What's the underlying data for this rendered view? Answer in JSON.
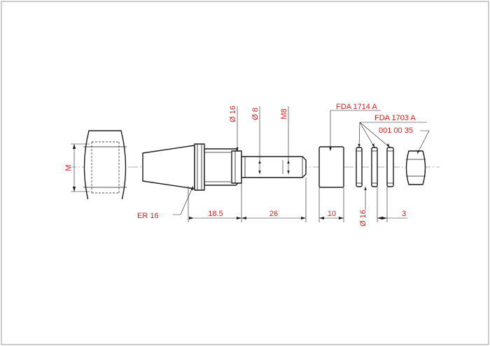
{
  "colors": {
    "annotation": "#e01919",
    "outline": "#1a1a1a",
    "border": "#9a9a9a"
  },
  "dimensions": {
    "nut_thread": "M",
    "shank_diameter": "Ø 16",
    "pin_diameter": "Ø 8",
    "pin_thread": "M8",
    "taper_length": "18.5",
    "pin_length": "26",
    "sleeve_length": "10",
    "ring_diameter": "Ø 16",
    "ring_width": "3"
  },
  "callouts": {
    "collet": "ER 16",
    "sleeve": "FDA 1714 A",
    "rings": "FDA 1703 A",
    "nut": "001 00 35"
  }
}
